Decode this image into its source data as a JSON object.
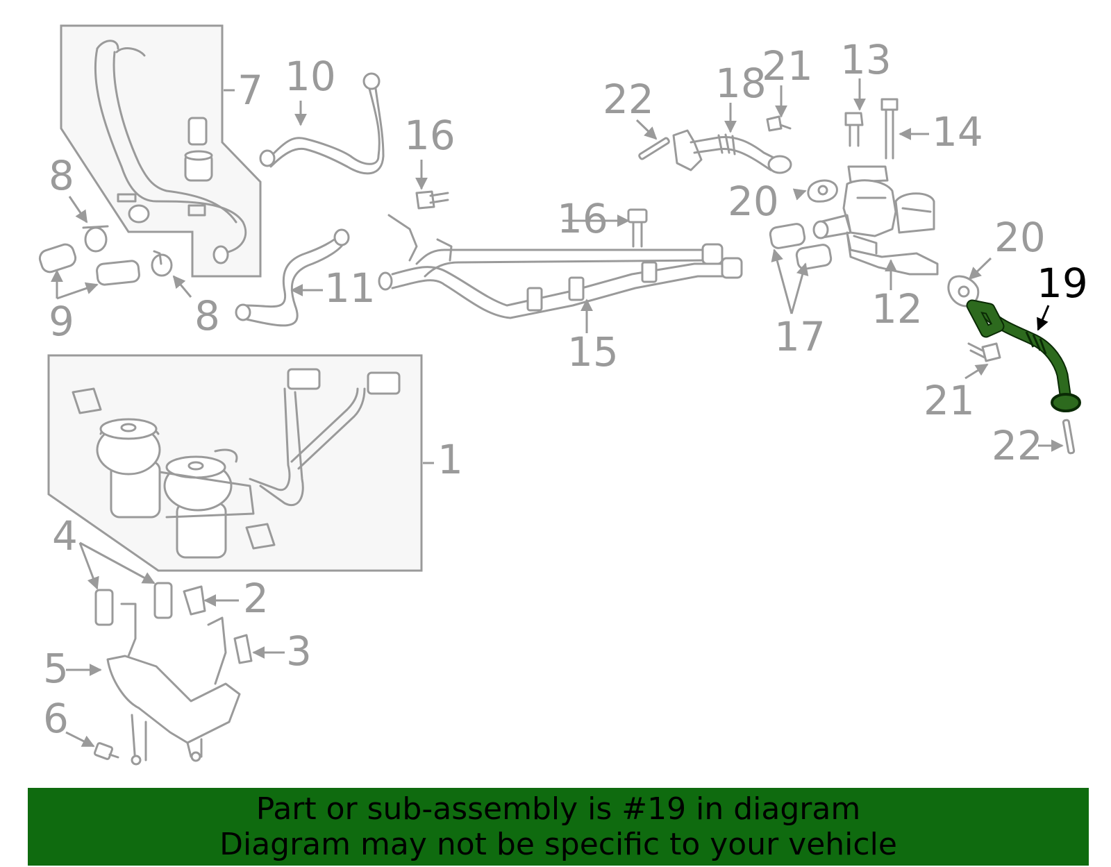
{
  "labels": {
    "l1": "1",
    "l2": "2",
    "l3": "3",
    "l4": "4",
    "l5": "5",
    "l6": "6",
    "l7": "7",
    "l8a": "8",
    "l8b": "8",
    "l9": "9",
    "l10": "10",
    "l11": "11",
    "l12": "12",
    "l13": "13",
    "l14": "14",
    "l15": "15",
    "l16a": "16",
    "l16b": "16",
    "l17": "17",
    "l18": "18",
    "l19": "19",
    "l20a": "20",
    "l20b": "20",
    "l21a": "21",
    "l21b": "21",
    "l22a": "22",
    "l22b": "22"
  },
  "highlight": {
    "part_number": "19",
    "color": "#2d6a1e"
  },
  "banner": {
    "line1": "Part or sub-assembly is #19 in diagram",
    "line2": "Diagram may not be specific to your vehicle",
    "color": "#0f6b0f"
  }
}
